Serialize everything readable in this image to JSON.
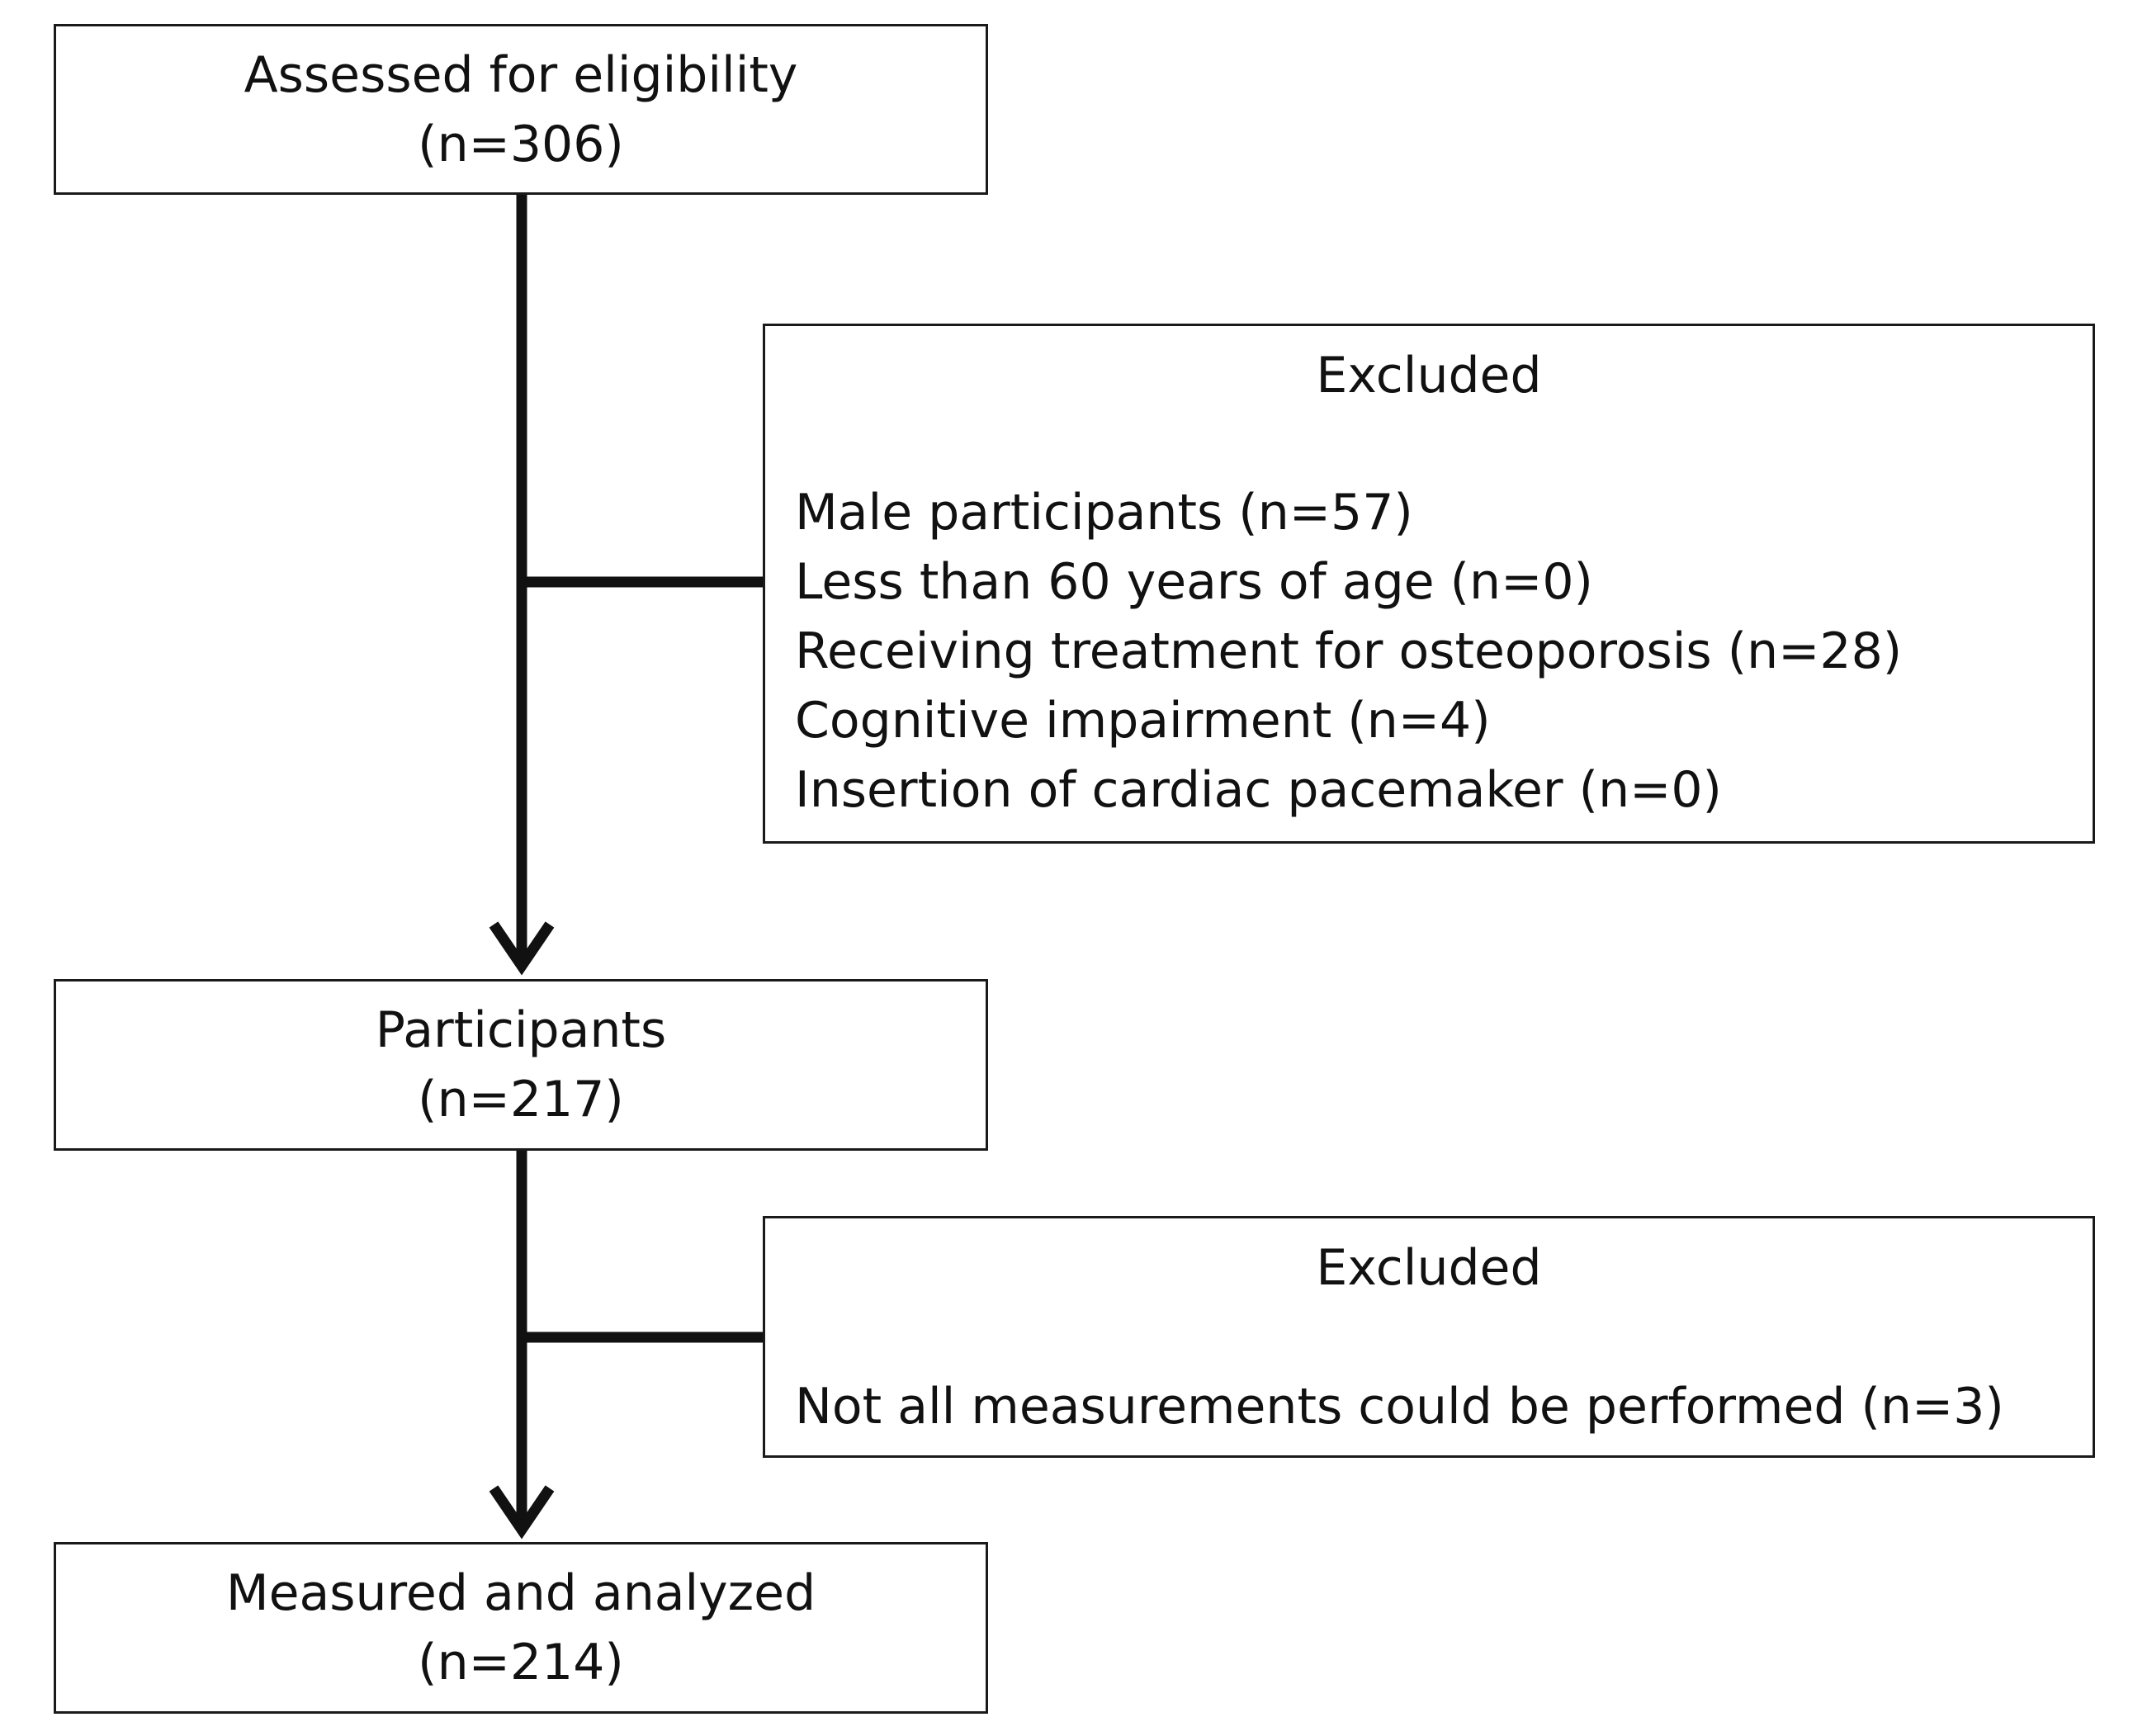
{
  "boxes": {
    "assessed": {
      "title": "Assessed for eligibility",
      "count": "(n=306)"
    },
    "participants": {
      "title": "Participants",
      "count": "(n=217)"
    },
    "analyzed": {
      "title": "Measured and analyzed",
      "count": "(n=214)"
    }
  },
  "exclusions": {
    "first": {
      "heading": "Excluded",
      "items": [
        "Male participants (n=57)",
        "Less than 60 years of age (n=0)",
        "Receiving treatment for osteoporosis (n=28)",
        "Cognitive impairment (n=4)",
        "Insertion of cardiac pacemaker (n=0)"
      ]
    },
    "second": {
      "heading": "Excluded",
      "items": [
        "Not all measurements could be performed (n=3)"
      ]
    }
  },
  "colors": {
    "line": "#111111",
    "border": "#1a1a1a",
    "background": "#ffffff"
  }
}
